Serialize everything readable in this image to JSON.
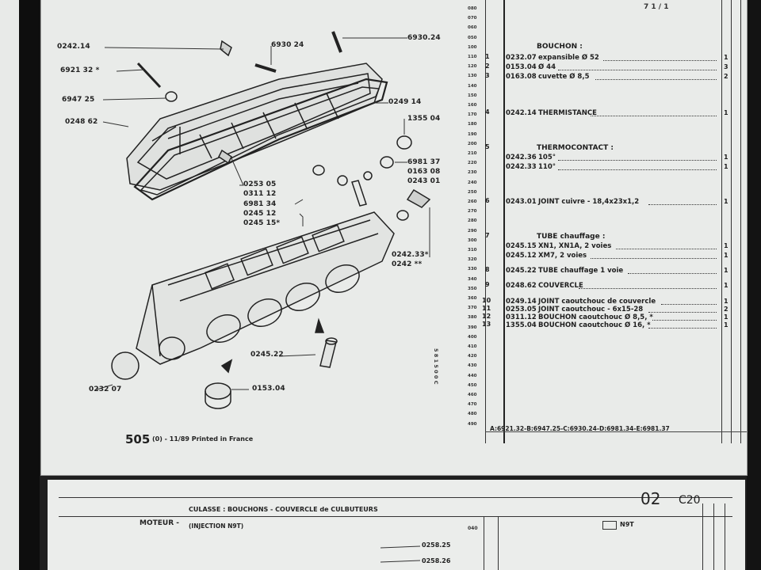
{
  "part_labels": {
    "l_0242_14": "0242.14",
    "l_6921_32": "6921 32 *",
    "l_6947_25": "6947 25",
    "l_0248_62": "0248 62",
    "l_6930_24a": "6930 24",
    "l_6930_24b": "6930.24",
    "l_0249_14": "0249 14",
    "l_1355_04": "1355 04",
    "l_6981_37": "6981 37",
    "l_0163_08": "0163 08",
    "l_0243_01": "0243 01",
    "l_0253_05": "0253 05",
    "l_0311_12": "0311 12",
    "l_6981_34": "6981 34",
    "l_0245_12": "0245 12",
    "l_0245_15": "0245 15*",
    "l_0242_33": "0242.33*",
    "l_0242_xx": "0242 **",
    "l_0245_22": "0245.22",
    "l_0232_07": "0232 07",
    "l_0153_04": "0153.04"
  },
  "footer": {
    "model": "505",
    "code": "(0) - 11/89 Printed in France",
    "ref_string": "A:6921.32-B:6947.25-C:6930.24-D:6981.34-E:6981.37",
    "side_ref": "5 8 1 5 0 0 C"
  },
  "top_corner": "7 1 / 1",
  "scale_numbers": [
    "080",
    "070",
    "060",
    "050",
    "100",
    "110",
    "120",
    "130",
    "140",
    "150",
    "160",
    "170",
    "180",
    "190",
    "200",
    "210",
    "220",
    "230",
    "240",
    "250",
    "260",
    "270",
    "280",
    "290",
    "300",
    "310",
    "320",
    "330",
    "340",
    "350",
    "360",
    "370",
    "380",
    "390",
    "400",
    "410",
    "420",
    "430",
    "440",
    "450",
    "460",
    "470",
    "480",
    "490"
  ],
  "parts_list": [
    {
      "idx": "",
      "ref": "",
      "desc": "BOUCHON :",
      "qty": "",
      "header": true
    },
    {
      "idx": "1",
      "ref": "0232.07",
      "desc": "expansible Ø 52",
      "qty": "1"
    },
    {
      "idx": "2",
      "ref": "0153.04",
      "desc": "Ø 44",
      "qty": "3"
    },
    {
      "idx": "3",
      "ref": "0163.08",
      "desc": "cuvette Ø 8,5",
      "qty": "2"
    },
    {
      "idx": "4",
      "ref": "0242.14",
      "desc": "THERMISTANCE",
      "qty": "1"
    },
    {
      "idx": "5",
      "ref": "",
      "desc": "THERMOCONTACT :",
      "qty": "",
      "header": true
    },
    {
      "idx": "",
      "ref": "0242.36",
      "desc": "105°",
      "qty": "1"
    },
    {
      "idx": "",
      "ref": "0242.33",
      "desc": "110°",
      "qty": "1"
    },
    {
      "idx": "6",
      "ref": "0243.01",
      "desc": "JOINT cuivre - 18,4x23x1,2",
      "qty": "1"
    },
    {
      "idx": "7",
      "ref": "",
      "desc": "TUBE chauffage :",
      "qty": "",
      "header": true
    },
    {
      "idx": "",
      "ref": "0245.15",
      "desc": "XN1, XN1A, 2 voies",
      "qty": "1"
    },
    {
      "idx": "",
      "ref": "0245.12",
      "desc": "XM7, 2 voies",
      "qty": "1"
    },
    {
      "idx": "8",
      "ref": "0245.22",
      "desc": "TUBE chauffage 1 voie",
      "qty": "1"
    },
    {
      "idx": "9",
      "ref": "0248.62",
      "desc": "COUVERCLE",
      "qty": "1"
    },
    {
      "idx": "10",
      "ref": "0249.14",
      "desc": "JOINT caoutchouc de couvercle",
      "qty": "1"
    },
    {
      "idx": "11",
      "ref": "0253.05",
      "desc": "JOINT caoutchouc - 6x15-28",
      "qty": "2"
    },
    {
      "idx": "12",
      "ref": "0311.12",
      "desc": "BOUCHON caoutchouc Ø 8,5, *",
      "qty": "1"
    },
    {
      "idx": "13",
      "ref": "1355.04",
      "desc": "BOUCHON caoutchouc Ø 16, *",
      "qty": "1"
    }
  ],
  "next_page": {
    "section": "MOTEUR -",
    "title": "CULASSE : BOUCHONS - COUVERCLE de CULBUTEURS",
    "subtitle": "(INJECTION N9T)",
    "page_no": "02",
    "page_code": "C20",
    "engine_tag": "N9T",
    "scale_first": "040",
    "labels": [
      "0258.25",
      "0258.26"
    ]
  }
}
